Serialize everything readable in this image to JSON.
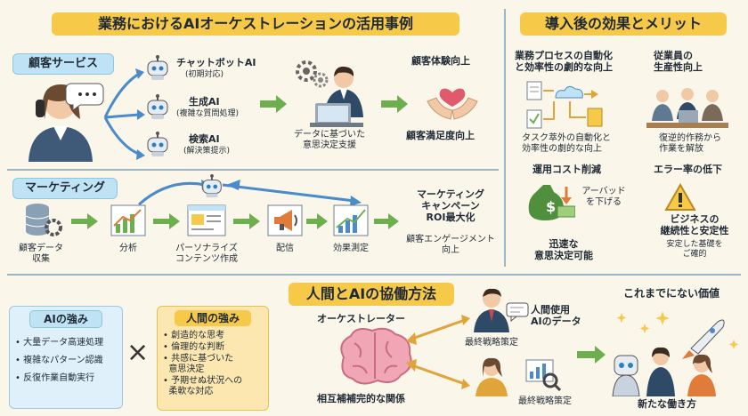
{
  "main_title": "業務におけるAIオーケストレーションの活用事例",
  "effects_title": "導入後の効果とメリット",
  "customer_service": {
    "tag": "顧客サービス",
    "bots": [
      {
        "name": "チャットボットAI",
        "sub": "(初期対応)"
      },
      {
        "name": "生成AI",
        "sub": "(複雑な質問処理)"
      },
      {
        "name": "検索AI",
        "sub": "(解決策提示)"
      }
    ],
    "decision_label": "データに基づいた\n意思決定支援",
    "result_top": "顧客体験向上",
    "result_bottom": "顧客満足度向上"
  },
  "marketing": {
    "tag": "マーケティング",
    "steps": [
      "顧客データ\n収集",
      "分析",
      "パーソナライズ\nコンテンツ作成",
      "配信",
      "効果測定"
    ],
    "result": "マーケティング\nキャンペーン\nROI最大化",
    "result_sub": "顧客エンゲージメント\n向上"
  },
  "effects": {
    "items": [
      {
        "title": "業務プロセスの自動化\nと効率性の劇的な向上",
        "desc": "タスク萃外の自動化と\n効率性の劇的な向上"
      },
      {
        "title": "従業員の\n生産性向上",
        "desc": "復逆的作務から\n作業を解放"
      },
      {
        "title": "運用コスト削減",
        "desc": "アーバッド\nを下げる"
      },
      {
        "title": "エラー率の低下",
        "desc": ""
      },
      {
        "title": "迅速な\n意思決定可能",
        "desc": ""
      },
      {
        "title": "ビジネスの\n継続性と安定性",
        "desc": "安定した基礎を\nご確的"
      }
    ]
  },
  "collaboration": {
    "title": "人間とAIの協働方法",
    "ai_strengths_title": "AIの強み",
    "ai_strengths": [
      "• 大量データ高速処理",
      "• 複雑なパターン認識",
      "• 反復作業自動実行"
    ],
    "human_strengths_title": "人間の強み",
    "human_strengths": [
      "• 創造的な思考",
      "• 倫理的な判断",
      "• 共感に基づいた\n  意思決定",
      "• 予期せぬ状況への\n  柔軟な対応"
    ],
    "times": "×",
    "orchestrator": "オーケストレーター",
    "complement": "相互補補完的な関係",
    "person_top_label": "最終戦略策定",
    "data_label": "人間使用\nAIのデータ",
    "person_bottom_label": "最終戦略策定",
    "value_title": "これまでにない価値",
    "value_sub": "新たな働き方"
  }
}
